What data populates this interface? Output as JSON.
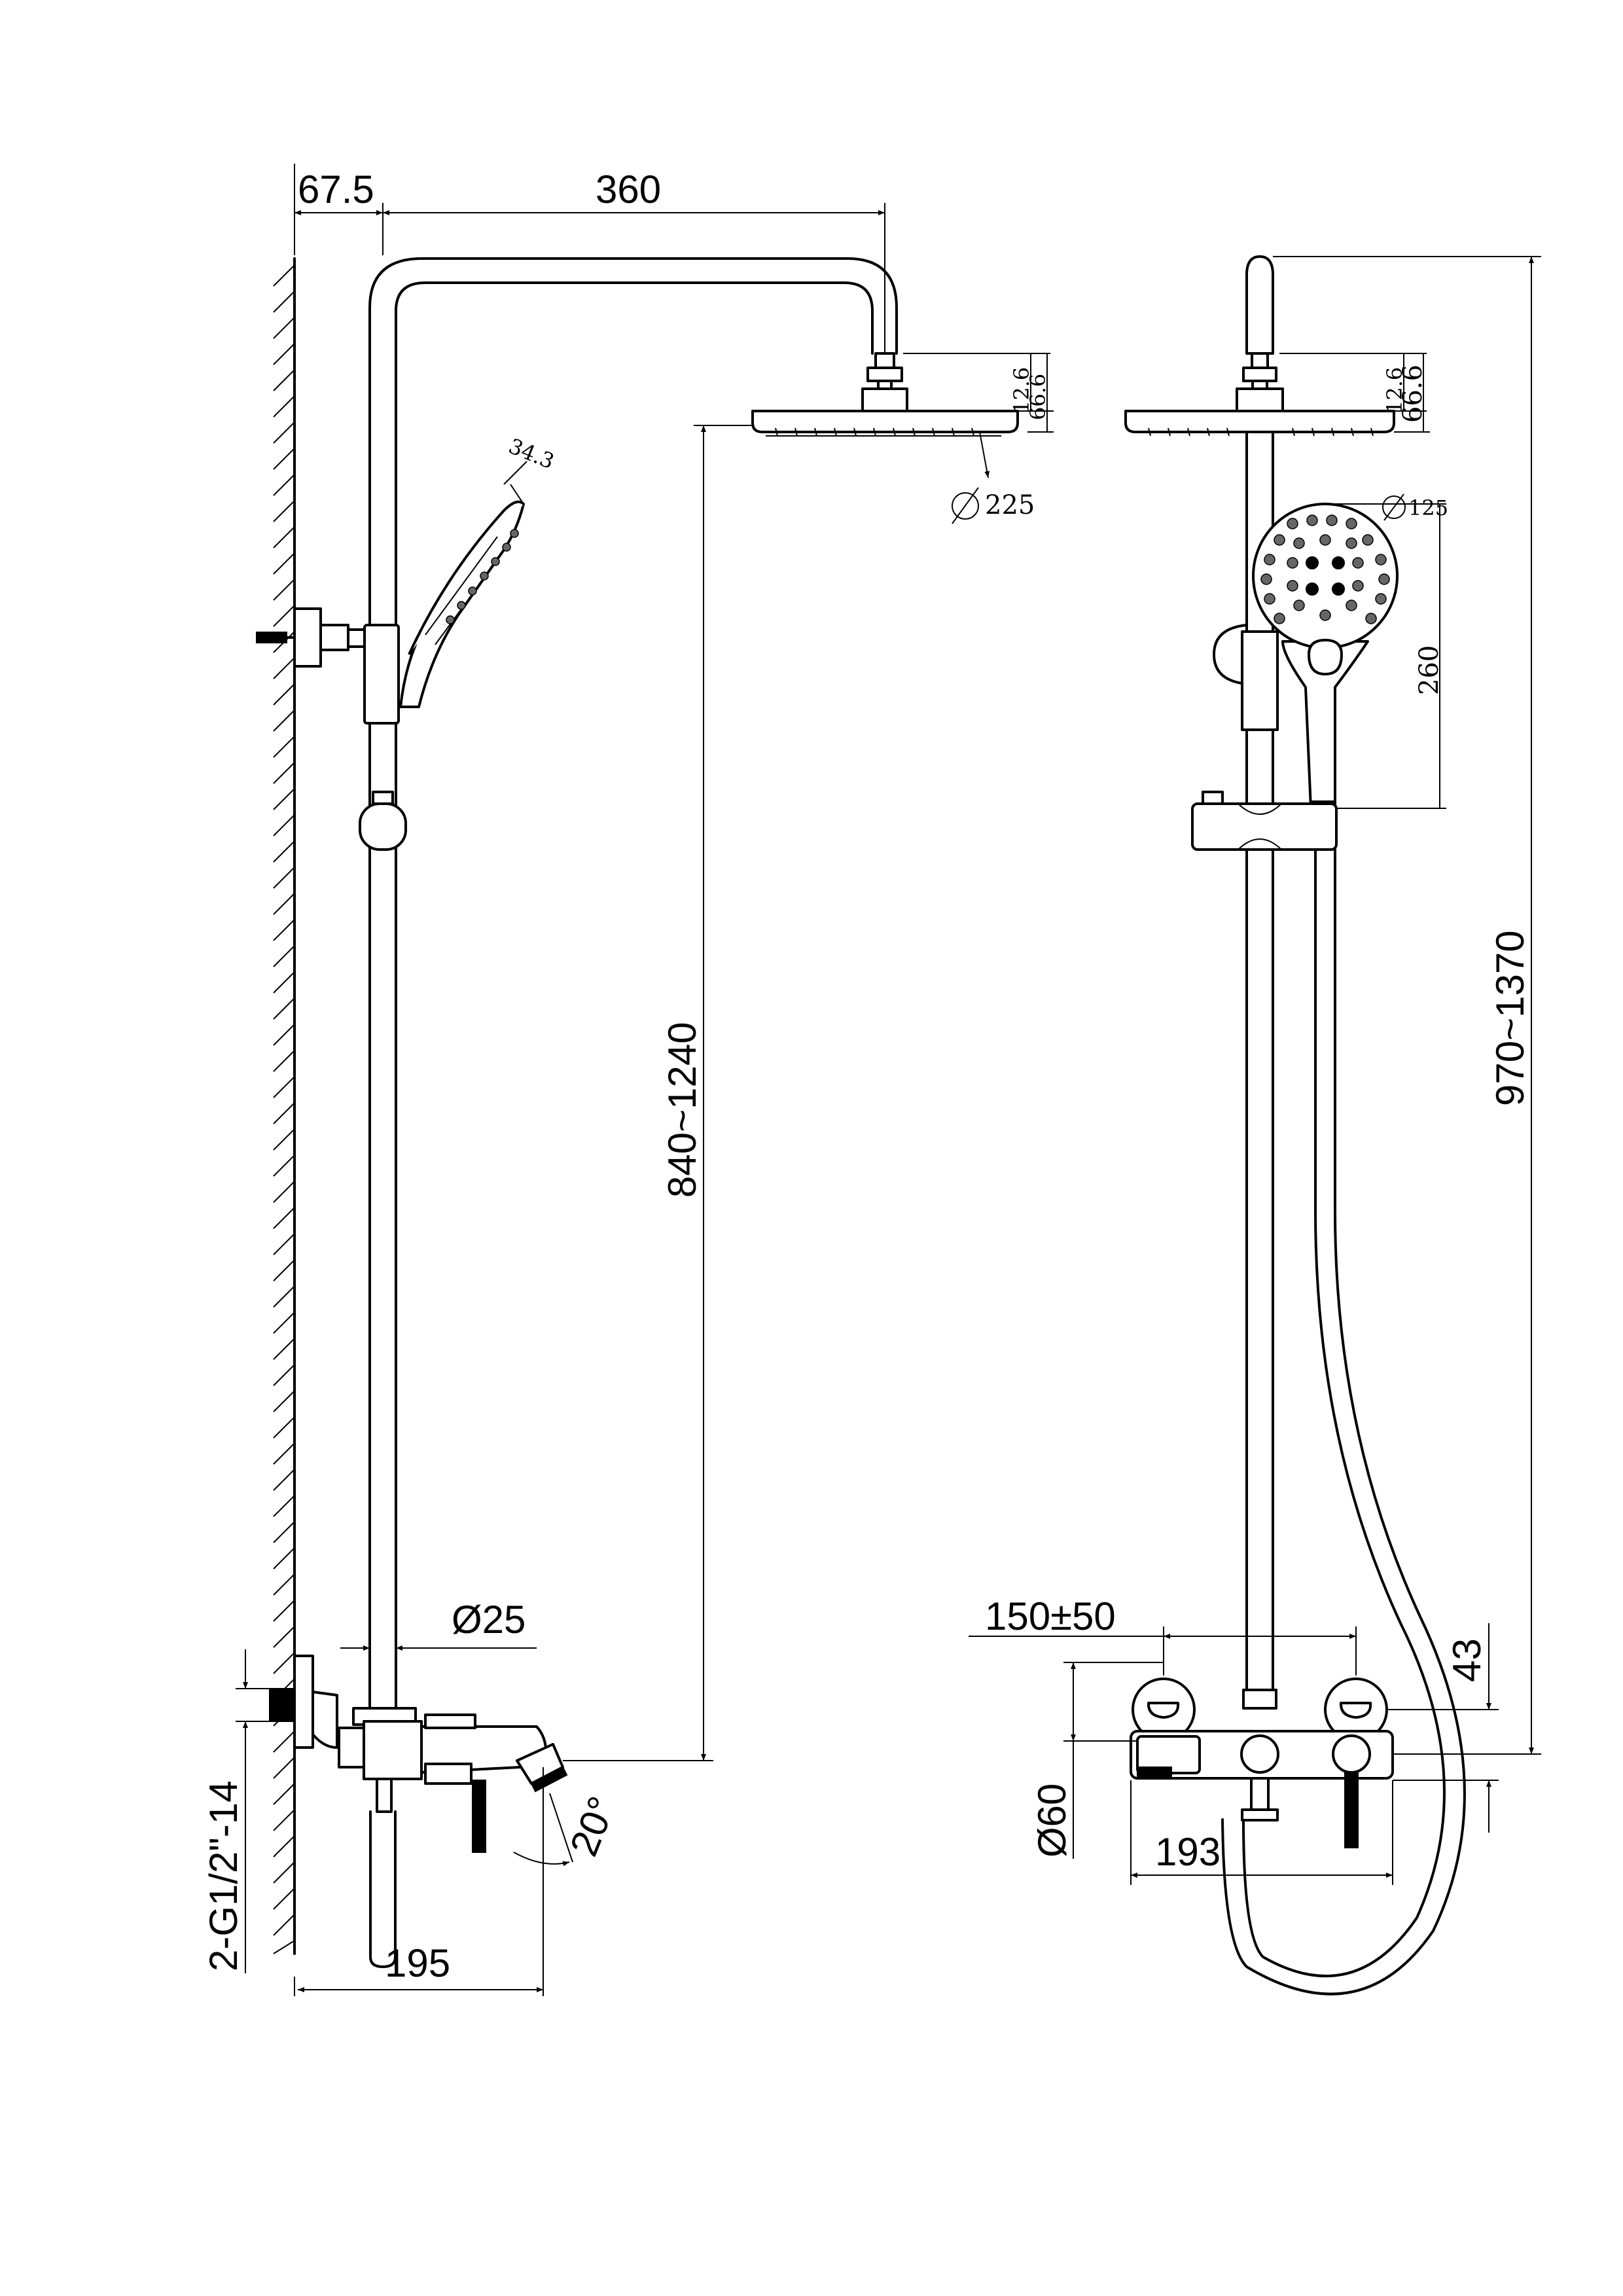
{
  "dimensions": {
    "wall_offset": "67.5",
    "arm_length": "360",
    "head_thickness_small": "12.6",
    "head_height": "66.6",
    "head_diameter": "225",
    "hand_shower_angle_width": "34.3",
    "rail_height_side": "840~1240",
    "pipe_diameter": "Ø25",
    "inlet_thread": "2-G1/2\"-14",
    "spout_angle": "20°",
    "projection": "195",
    "hand_diameter": "125",
    "hand_length": "260",
    "rail_height_front": "970~1370",
    "inlet_centres": "150±50",
    "eccentric_height": "43",
    "escutcheon_diameter": "Ø60",
    "body_width": "193"
  }
}
